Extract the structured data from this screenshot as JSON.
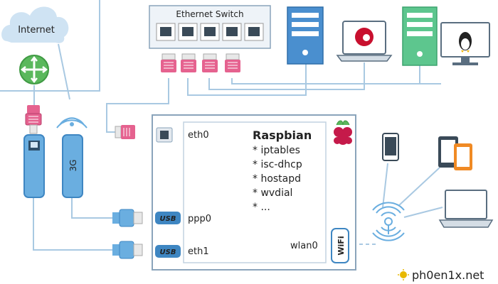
{
  "internet": {
    "label": "Internet"
  },
  "switch": {
    "title": "Ethernet Switch"
  },
  "modem": {
    "label": "3G"
  },
  "pi": {
    "os_title": "Raspbian",
    "packages": [
      "* iptables",
      "* isc-dhcp",
      "* hostapd",
      "* wvdial",
      "* ..."
    ],
    "ports": {
      "eth0": "eth0",
      "ppp0": "ppp0",
      "eth1": "eth1",
      "wlan0": "wlan0"
    }
  },
  "usb_label": "USB",
  "wifi_label": "WiFi",
  "watermark": "ph0en1x.net",
  "colors": {
    "line": "#a9c9e2",
    "cloud": "#cfe3f3",
    "router": "#5bb85d",
    "blue_device": "#6aaee0",
    "server_blue": "#4a8fcf",
    "server_green": "#5dc68e",
    "connector_pink": "#e5628f",
    "pi_red": "#c51a4a",
    "watermark": "#e8b800"
  }
}
